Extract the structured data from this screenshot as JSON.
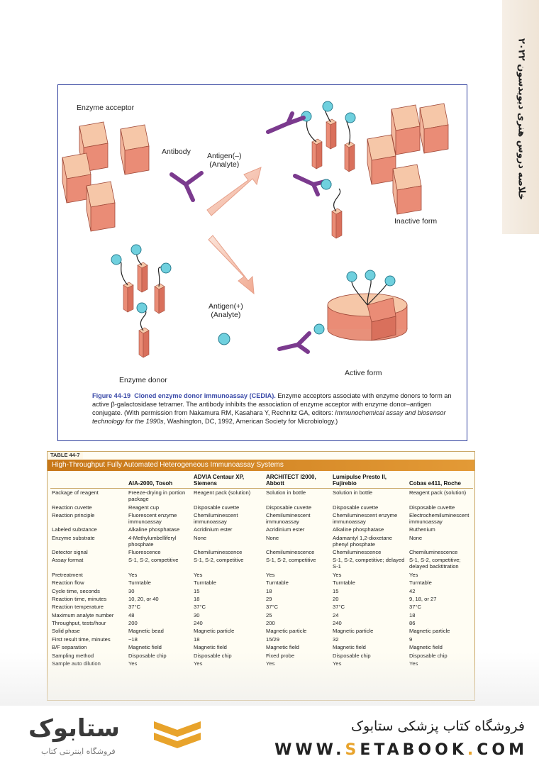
{
  "side_label": "خلاصه دروس هنری دیویدسون ۲۰۲۲",
  "figure": {
    "labels": {
      "enzyme_acceptor": "Enzyme acceptor",
      "antibody": "Antibody",
      "antigen_minus_line1": "Antigen(–)",
      "antigen_minus_line2": "(Analyte)",
      "antigen_plus_line1": "Antigen(+)",
      "antigen_plus_line2": "(Analyte)",
      "inactive_form": "Inactive form",
      "enzyme_donor": "Enzyme donor",
      "active_form": "Active form"
    },
    "caption": {
      "number": "Figure 44-19",
      "title": "Cloned enzyme donor immunoassay (CEDIA).",
      "text": " Enzyme acceptors associate with enzyme donors to form an active β-galactosidase tetramer. The antibody inhibits the association of enzyme acceptor with enzyme donor–antigen conjugate. (With permission from Nakamura RM, Kasahara Y, Rechnitz GA, editors: ",
      "italic": "Immunochemical assay and biosensor technology for the 1990s",
      "tail": ", Washington, DC, 1992, American Society for Microbiology.)"
    },
    "colors": {
      "border": "#2c3c9c",
      "block_side": "#e8907a",
      "block_top": "#f6c7a8",
      "antibody": "#7b3a8e",
      "antigen": "#6fd0de",
      "arrow": "#f3b7a4"
    }
  },
  "table": {
    "tag": "TABLE 44-7",
    "title": "High-Throughput Fully Automated Heterogeneous Immunoassay Systems",
    "headers": [
      "",
      "AIA-2000, Tosoh",
      "ADVIA Centaur XP, Siemens",
      "ARCHITECT I2000, Abbott",
      "Lumipulse Presto II, Fujirebio",
      "Cobas e411, Roche"
    ],
    "rows": [
      [
        "Package of reagent",
        "Freeze-drying in portion package",
        "Reagent pack (solution)",
        "Solution in bottle",
        "Solution in bottle",
        "Reagent pack (solution)"
      ],
      [
        "Reaction cuvette",
        "Reagent cup",
        "Disposable cuvette",
        "Disposable cuvette",
        "Disposable cuvette",
        "Disposable cuvette"
      ],
      [
        "Reaction principle",
        "Fluorescent enzyme immunoassay",
        "Chemiluminescent immunoassay",
        "Chemiluminescent immunoassay",
        "Chemiluminescent enzyme immunoassay",
        "Electrochemiluminescent immunoassay"
      ],
      [
        "Labeled substance",
        "Alkaline phosphatase",
        "Acridinium ester",
        "Acridinium ester",
        "Alkaline phosphatase",
        "Ruthenium"
      ],
      [
        "Enzyme substrate",
        "4-Methylumbelliferyl phosphate",
        "None",
        "None",
        "Adamantyl 1,2-dioxetane phenyl phosphate",
        "None"
      ],
      [
        "Detector signal",
        "Fluorescence",
        "Chemiluminescence",
        "Chemiluminescence",
        "Chemiluminescence",
        "Chemiluminescence"
      ],
      [
        "Assay format",
        "S-1, S-2, competitive",
        "S-1, S-2, competitive",
        "S-1, S-2, competitive",
        "S-1, S-2, competitive; delayed S-1",
        "S-1, S-2, competitive; delayed backtitration"
      ],
      [
        "Pretreatment",
        "Yes",
        "Yes",
        "Yes",
        "Yes",
        "Yes"
      ],
      [
        "Reaction flow",
        "Turntable",
        "Turntable",
        "Turntable",
        "Turntable",
        "Turntable"
      ],
      [
        "Cycle time, seconds",
        "30",
        "15",
        "18",
        "15",
        "42"
      ],
      [
        "Reaction time, minutes",
        "10, 20, or 40",
        "18",
        "29",
        "20",
        "9, 18, or 27"
      ],
      [
        "Reaction temperature",
        "37°C",
        "37°C",
        "37°C",
        "37°C",
        "37°C"
      ],
      [
        "Maximum analyte number",
        "48",
        "30",
        "25",
        "24",
        "18"
      ],
      [
        "Throughput, tests/hour",
        "200",
        "240",
        "200",
        "240",
        "86"
      ],
      [
        "Solid phase",
        "Magnetic bead",
        "Magnetic particle",
        "Magnetic particle",
        "Magnetic particle",
        "Magnetic particle"
      ],
      [
        "First result time, minutes",
        "~18",
        "18",
        "15/29",
        "32",
        "9"
      ],
      [
        "B/F separation",
        "Magnetic field",
        "Magnetic field",
        "Magnetic field",
        "Magnetic field",
        "Magnetic field"
      ],
      [
        "Sampling method",
        "Disposable chip",
        "Disposable chip",
        "Fixed probe",
        "Disposable chip",
        "Disposable chip"
      ],
      [
        "Sample auto dilution",
        "Yes",
        "Yes",
        "Yes",
        "Yes",
        "Yes"
      ]
    ]
  },
  "footer": {
    "logo_text": "ستابوک",
    "logo_sub": "فروشگاه اینترنتی کتاب",
    "store_name": "فروشگاه کتاب پزشکی ستابوک",
    "url_pre": "WWW.",
    "url_s": "S",
    "url_mid": "ETABOOK",
    "url_dot": ".",
    "url_post": "COM",
    "accent": "#e8a32b"
  }
}
